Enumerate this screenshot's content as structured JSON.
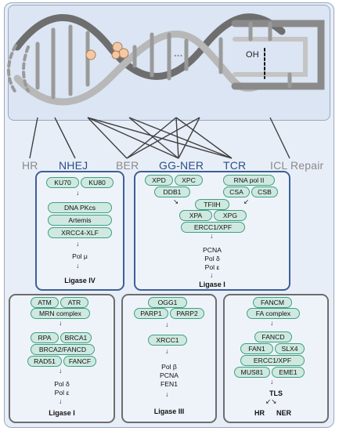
{
  "dna": {
    "oh_label": "OH",
    "dots_label": "..."
  },
  "pathways": {
    "hr": "HR",
    "nhej": "NHEJ",
    "ber": "BER",
    "ggner": "GG-NER",
    "tcr": "TCR",
    "icl": "ICL Repair"
  },
  "nhej": {
    "ku70": "KU70",
    "ku80": "KU80",
    "dnapkcs": "DNA PKcs",
    "artemis": "Artemis",
    "xrcc4": "XRCC4-XLF",
    "polmu": "Pol μ",
    "ligase": "Ligase IV"
  },
  "ner": {
    "xpd": "XPD",
    "xpc": "XPC",
    "ddb1": "DDB1",
    "rnapol": "RNA pol II",
    "csa": "CSA",
    "csb": "CSB",
    "tfiih": "TFIIH",
    "xpa": "XPA",
    "xpg": "XPG",
    "ercc1": "ERCC1/XPF",
    "pcna": "PCNA",
    "pold": "Pol δ",
    "pole": "Pol ε",
    "ligase": "Ligase I"
  },
  "hr": {
    "atm": "ATM",
    "atr": "ATR",
    "mrn": "MRN complex",
    "rpa": "RPA",
    "brca1": "BRCA1",
    "brca2": "BRCA2/FANCD",
    "rad51": "RAD51",
    "fancf": "FANCF",
    "pold": "Pol δ",
    "pole": "Pol ε",
    "ligase": "Ligase I"
  },
  "ber": {
    "ogg1": "OGG1",
    "parp1": "PARP1",
    "parp2": "PARP2",
    "xrcc1": "XRCC1",
    "polb": "Pol β",
    "pcna": "PCNA",
    "fen1": "FEN1",
    "ligase": "Ligase III"
  },
  "icl": {
    "fancm": "FANCM",
    "facomplex": "FA complex",
    "fancd": "FANCD",
    "fan1": "FAN1",
    "slx4": "SLX4",
    "ercc1": "ERCC1/XPF",
    "mus81": "MUS81",
    "eme1": "EME1",
    "tls": "TLS",
    "hr": "HR",
    "ner": "NER"
  },
  "colors": {
    "pill_fill": "#cfe9e0",
    "pill_border": "#3f9f82",
    "panel_blue": "#3f5f95",
    "panel_gray": "#6d6d6d"
  }
}
